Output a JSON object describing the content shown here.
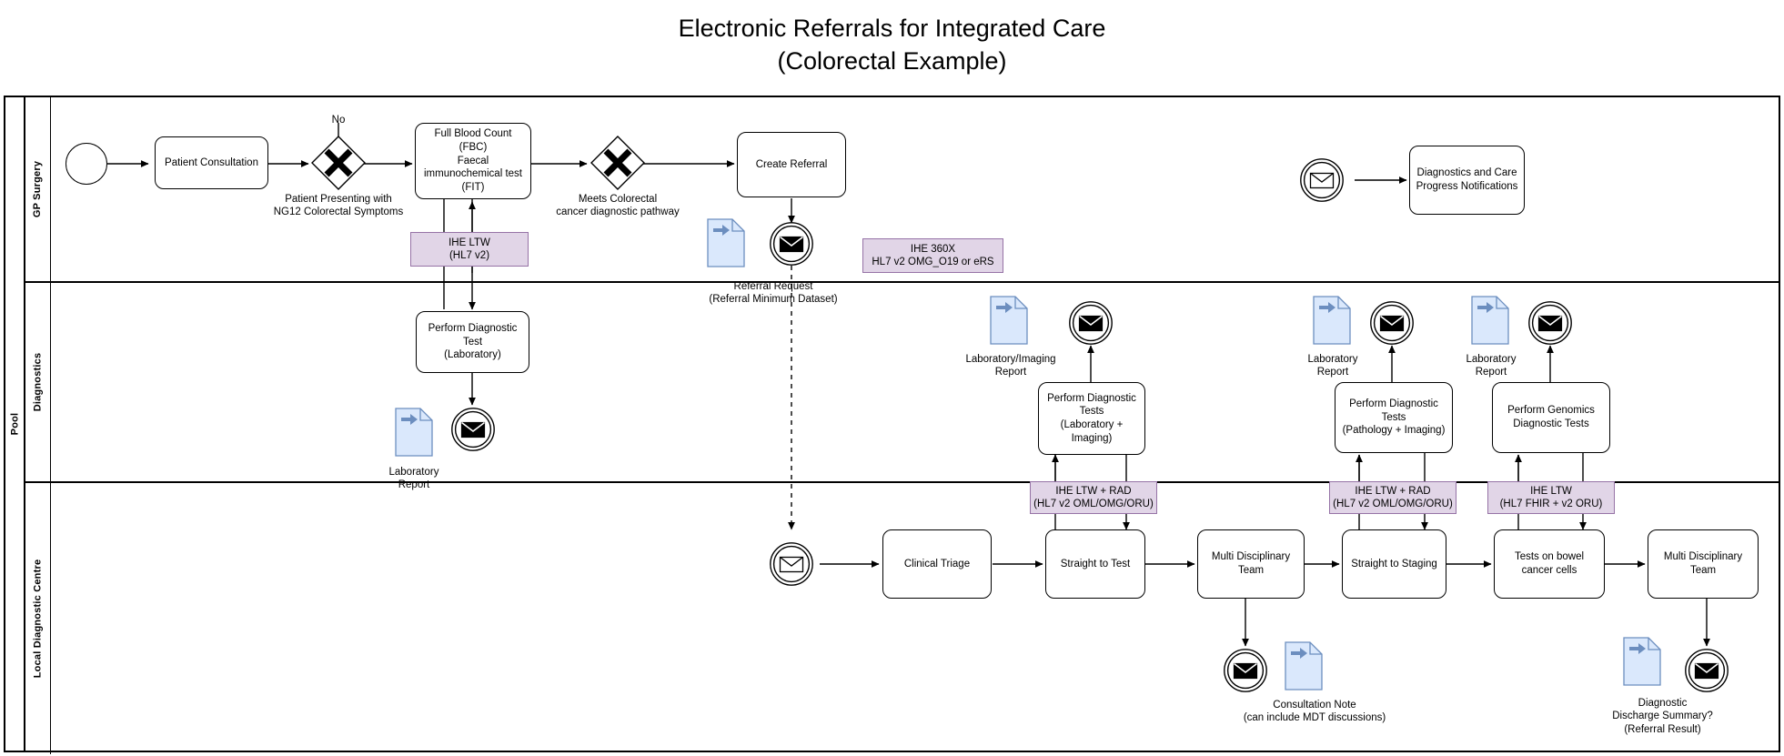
{
  "title": {
    "line1": "Electronic Referrals for Integrated Care",
    "line2": "(Colorectal Example)"
  },
  "pool": {
    "label": "Pool"
  },
  "lanes": [
    {
      "id": "gp",
      "label": "GP Surgery"
    },
    {
      "id": "diag",
      "label": "Diagnostics"
    },
    {
      "id": "ldc",
      "label": "Local Diagnostic Centre"
    }
  ],
  "tasks": [
    {
      "id": "patient-consultation",
      "label": "Patient Consultation"
    },
    {
      "id": "fbc-fit",
      "label": "Full Blood Count\n(FBC)\nFaecal\nimmunochemical test\n(FIT)"
    },
    {
      "id": "create-referral",
      "label": "Create Referral"
    },
    {
      "id": "diagnostics-care-notifications",
      "label": "Diagnostics and Care\nProgress Notifications"
    },
    {
      "id": "perform-diagnostic-test-lab",
      "label": "Perform Diagnostic\nTest\n(Laboratory)"
    },
    {
      "id": "perform-diagnostic-tests-lab-imaging",
      "label": "Perform Diagnostic\nTests\n(Laboratory +\nImaging)"
    },
    {
      "id": "perform-diagnostic-tests-path-imaging",
      "label": "Perform Diagnostic\nTests\n(Pathology + Imaging)"
    },
    {
      "id": "perform-genomics-tests",
      "label": "Perform Genomics\nDiagnostic Tests"
    },
    {
      "id": "clinical-triage",
      "label": "Clinical Triage"
    },
    {
      "id": "straight-to-test",
      "label": "Straight to Test"
    },
    {
      "id": "mdt-1",
      "label": "Multi Disciplinary\nTeam"
    },
    {
      "id": "straight-to-staging",
      "label": "Straight to Staging"
    },
    {
      "id": "tests-bowel-cancer-cells",
      "label": "Tests on bowel\ncancer cells"
    },
    {
      "id": "mdt-2",
      "label": "Multi Disciplinary\nTeam"
    }
  ],
  "gateways": [
    {
      "id": "gateway-ng12",
      "flow_label": "No",
      "caption": "Patient Presenting with\nNG12 Colorectal Symptoms"
    },
    {
      "id": "gateway-pathway",
      "flow_label": "",
      "caption": "Meets Colorectal\ncancer diagnostic pathway"
    }
  ],
  "annotations": [
    {
      "id": "annot-ihe-ltw-hl7v2",
      "text": "IHE LTW\n(HL7 v2)"
    },
    {
      "id": "annot-ihe-360x",
      "text": "IHE 360X\nHL7 v2 OMG_O19 or eRS"
    },
    {
      "id": "annot-ihe-ltw-rad-1",
      "text": "IHE LTW + RAD\n(HL7 v2 OML/OMG/ORU)"
    },
    {
      "id": "annot-ihe-ltw-rad-2",
      "text": "IHE LTW + RAD\n(HL7 v2 OML/OMG/ORU)"
    },
    {
      "id": "annot-ihe-ltw-fhir",
      "text": "IHE LTW\n(HL7 FHIR + v2 ORU)"
    }
  ],
  "data_objects": [
    {
      "id": "data-referral-request",
      "caption": "Referral Request\n(Referral Minimum Dataset)"
    },
    {
      "id": "data-laboratory-report-1",
      "caption": "Laboratory\nReport"
    },
    {
      "id": "data-laboratory-imaging-report",
      "caption": "Laboratory/Imaging\nReport"
    },
    {
      "id": "data-laboratory-report-2",
      "caption": "Laboratory\nReport"
    },
    {
      "id": "data-laboratory-report-3",
      "caption": "Laboratory\nReport"
    },
    {
      "id": "data-consultation-note",
      "caption": "Consultation Note\n(can include MDT discussions)"
    },
    {
      "id": "data-discharge-summary",
      "caption": "Diagnostic\nDischarge Summary?\n(Referral Result)"
    }
  ],
  "events": [
    {
      "id": "event-start",
      "kind": "start"
    },
    {
      "id": "event-referral-sent",
      "kind": "message-throw"
    },
    {
      "id": "event-notifications-received",
      "kind": "message-catch"
    },
    {
      "id": "event-lab-report-sent-1",
      "kind": "message-throw"
    },
    {
      "id": "event-lab-imaging-report-sent",
      "kind": "message-throw"
    },
    {
      "id": "event-lab-report-sent-2",
      "kind": "message-throw"
    },
    {
      "id": "event-lab-report-sent-3",
      "kind": "message-throw"
    },
    {
      "id": "event-referral-received",
      "kind": "message-catch"
    },
    {
      "id": "event-consultation-note-sent",
      "kind": "message-throw"
    },
    {
      "id": "event-discharge-summary-sent",
      "kind": "message-throw"
    }
  ],
  "colors": {
    "annotation_fill": "#e1d5e7",
    "annotation_border": "#9673a6",
    "data_object_fill": "#dae8fc",
    "data_object_border": "#6c8ebf",
    "data_object_arrow": "#6c8ebf",
    "stroke": "#000000",
    "background": "#ffffff"
  }
}
